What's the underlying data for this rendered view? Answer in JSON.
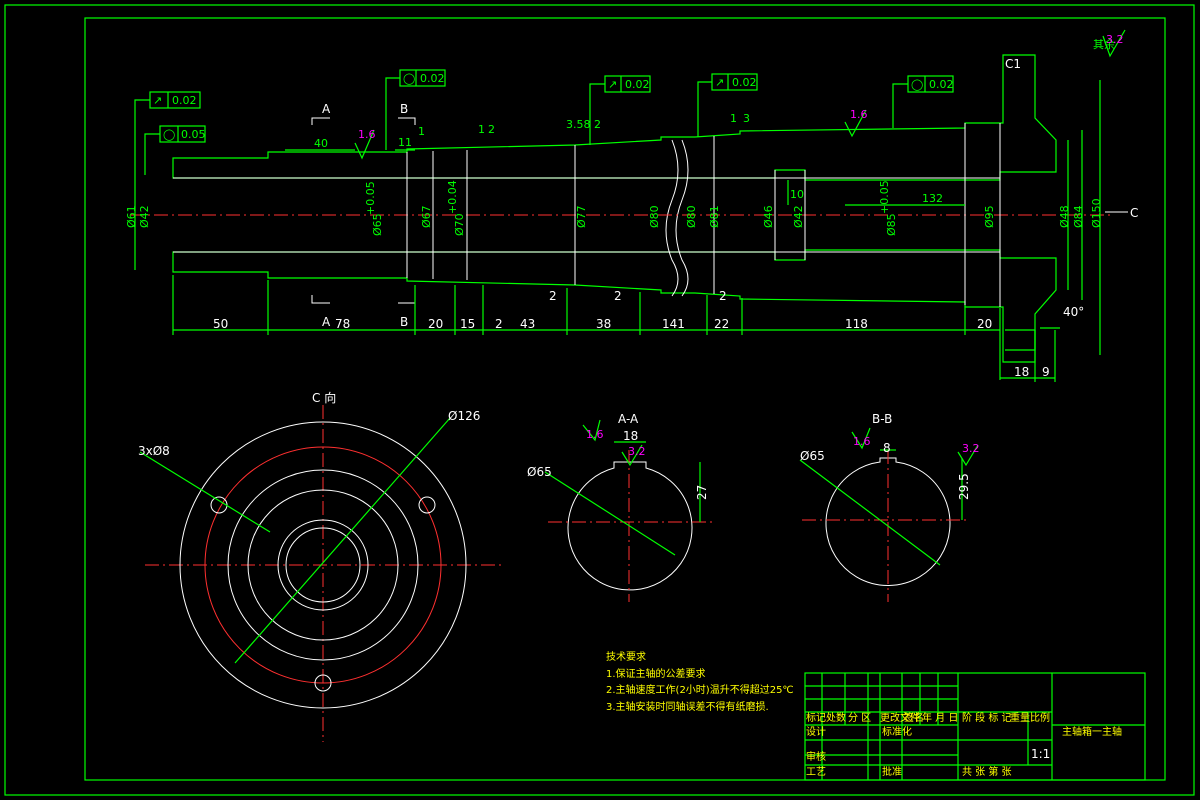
{
  "colors": {
    "background": "#000000",
    "outline": "#00ff00",
    "centerline": "#ff3030",
    "text": "#ffffff",
    "note": "#ffff00",
    "roughness": "#ff00ff"
  },
  "tolerances": [
    {
      "id": "tol1",
      "symbol": "↗",
      "value": "0.02"
    },
    {
      "id": "tol2",
      "symbol": "◯",
      "value": "0.05"
    },
    {
      "id": "tol3",
      "symbol": "◯",
      "value": "0.02"
    },
    {
      "id": "tol4",
      "symbol": "↗",
      "value": "0.02"
    },
    {
      "id": "tol5",
      "symbol": "↗",
      "value": "0.02"
    },
    {
      "id": "tol6",
      "symbol": "◯",
      "value": "0.02"
    }
  ],
  "roughness": {
    "r1": "1.6",
    "r2": "1.6",
    "r_corner": "3.2",
    "r_corner_prefix": "其余",
    "aa1": "1.6",
    "aa2": "3.2",
    "bb1": "1.6",
    "bb2": "3.2"
  },
  "section_labels": {
    "A_top": "A",
    "A_bottom": "A",
    "B_top": "B",
    "B_bottom": "B",
    "C1": "C1",
    "C": "C"
  },
  "top_dims": {
    "d40": "40",
    "d1a": "1",
    "d11": "11",
    "d1b": "1",
    "d2a": "2",
    "d358": "3.58",
    "d2b": "2",
    "d1c": "1",
    "d3": "3",
    "d10": "10",
    "d132": "132"
  },
  "diameters": {
    "d61": "Ø61",
    "d42a": "Ø42",
    "d65": "Ø65",
    "d65tol": "+0.05",
    "d67": "Ø67",
    "d70": "Ø70",
    "d70tol": "+0.04",
    "d77": "Ø77",
    "d80a": "Ø80",
    "d80b": "Ø80",
    "d81": "Ø81",
    "d46": "Ø46",
    "d42b": "Ø42",
    "d85": "Ø85",
    "d85tol": "+0.05",
    "d95": "Ø95",
    "d48": "Ø48",
    "d84": "Ø84",
    "d150": "Ø150"
  },
  "bottom_dims": {
    "b50": "50",
    "b78": "78",
    "b20": "20",
    "b15": "15",
    "b2": "2",
    "b43": "43",
    "b38": "38",
    "b141": "141",
    "b22": "22",
    "b118": "118",
    "b20b": "20",
    "b18": "18",
    "b9": "9",
    "b2s1": "2",
    "b2s2": "2",
    "b2s3": "2",
    "angle": "40°"
  },
  "view_c": {
    "title": "C 向",
    "holes": "3xØ8",
    "dia": "Ø126"
  },
  "view_aa": {
    "title": "A-A",
    "dia": "Ø65",
    "key": "18",
    "depth": "27"
  },
  "view_bb": {
    "title": "B-B",
    "dia": "Ø65",
    "key": "8",
    "depth": "29.5"
  },
  "notes": {
    "heading": "技术要求",
    "n1": "1.保证主轴的公差要求",
    "n2": "2.主轴速度工作(2小时)温升不得超过25℃",
    "n3": "3.主轴安装时同轴误差不得有纸磨损."
  },
  "title_block": {
    "headers": [
      "标记",
      "处数",
      "分 区",
      "更改文件",
      "签名",
      "年 月 日"
    ],
    "r_design": "设计",
    "r_std": "标准化",
    "r_review": "审核",
    "r_process": "工艺",
    "r_approve": "批准",
    "stage_cols": [
      "阶 段 标 记",
      "重量",
      "比例"
    ],
    "scale": "1:1",
    "sheet": "共  张  第  张",
    "part_name": "主轴箱一主轴"
  }
}
